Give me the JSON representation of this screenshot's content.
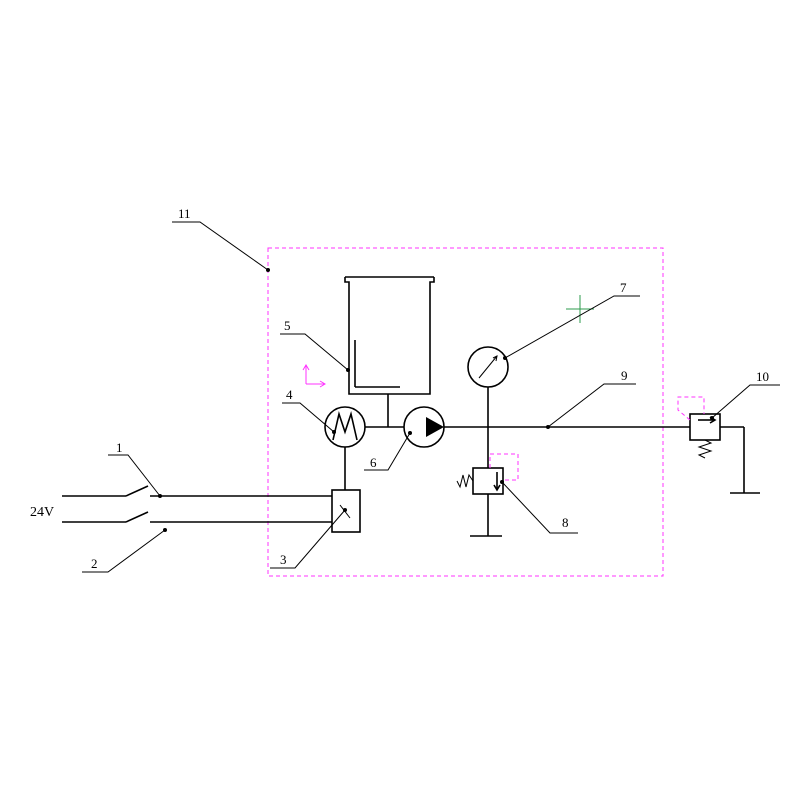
{
  "diagram": {
    "supply_label": "24V",
    "labels": {
      "l1": "1",
      "l2": "2",
      "l3": "3",
      "l4": "4",
      "l5": "5",
      "l6": "6",
      "l7": "7",
      "l8": "8",
      "l9": "9",
      "l10": "10",
      "l11": "11"
    }
  },
  "colors": {
    "line": "#000000",
    "boundary": "#ff33ff",
    "marker": "#2e9b4e"
  }
}
